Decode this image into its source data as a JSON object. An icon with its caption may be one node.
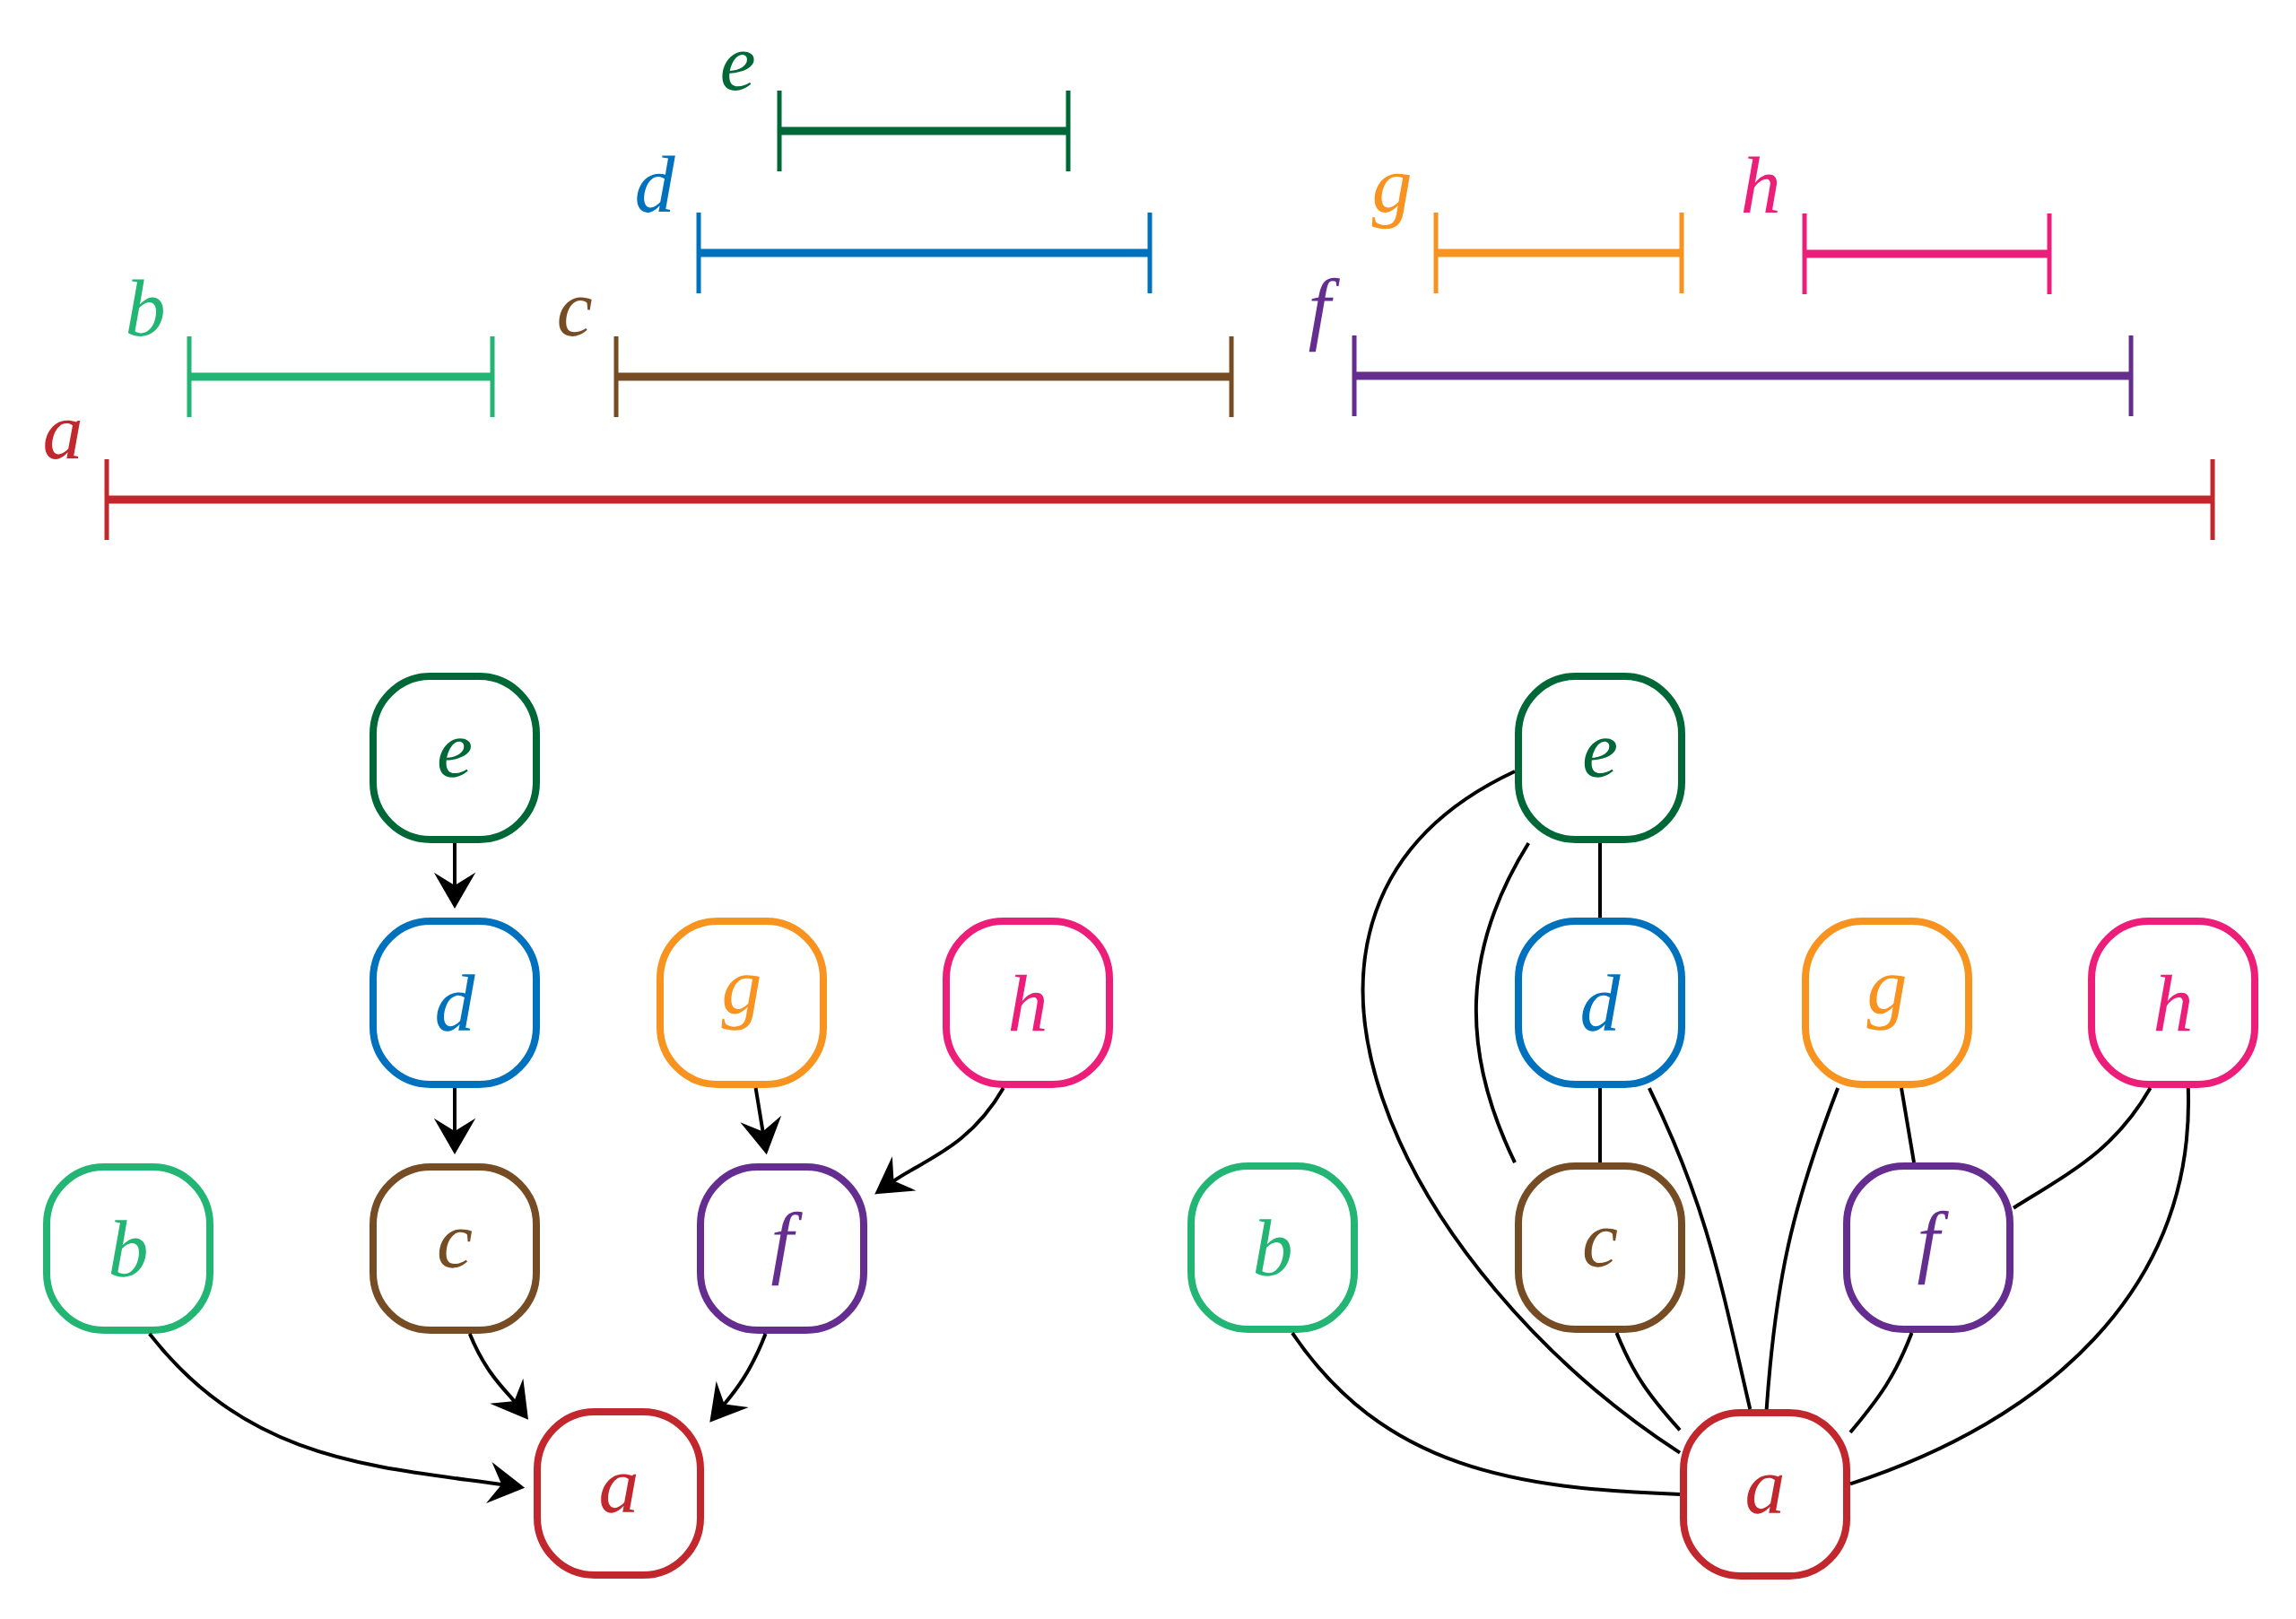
{
  "diagram": {
    "nodes": [
      {
        "text": [
          "e"
        ]
      },
      {
        "text": [
          "d"
        ]
      },
      {
        "text": [
          "g"
        ]
      },
      {
        "text": [
          "h"
        ]
      },
      {
        "text": [
          "b"
        ]
      },
      {
        "text": [
          "c"
        ]
      },
      {
        "text": [
          "f"
        ]
      },
      {
        "text": [
          "a"
        ]
      },
      {
        "text": [
          "e"
        ]
      },
      {
        "text": [
          "d"
        ]
      },
      {
        "text": [
          "g"
        ]
      },
      {
        "text": [
          "h"
        ]
      },
      {
        "text": [
          "b"
        ]
      },
      {
        "text": [
          "c"
        ]
      },
      {
        "text": [
          "f"
        ]
      },
      {
        "text": [
          "a"
        ]
      },
      {
        "text": [
          "e"
        ]
      },
      {
        "text": [
          "d"
        ]
      },
      {
        "text": [
          "g"
        ]
      },
      {
        "text": [
          "h"
        ]
      },
      {
        "text": [
          "b"
        ]
      },
      {
        "text": [
          "c"
        ]
      },
      {
        "text": [
          "f"
        ]
      },
      {
        "text": [
          "a"
        ]
      }
    ],
    "edges": [
      {
        "from": 8,
        "to": 9,
        "arrow": "to"
      },
      {
        "from": 9,
        "to": 13,
        "arrow": "to"
      },
      {
        "from": 10,
        "to": 14,
        "arrow": "to"
      },
      {
        "from": 11,
        "to": 14,
        "arrow": "to"
      },
      {
        "from": 12,
        "to": 15,
        "arrow": "to"
      },
      {
        "from": 13,
        "to": 15,
        "arrow": "to"
      },
      {
        "from": 14,
        "to": 15,
        "arrow": "to"
      },
      {
        "from": 16,
        "to": 17,
        "arrow": "none"
      },
      {
        "from": 16,
        "to": 21,
        "arrow": "none"
      },
      {
        "from": 16,
        "to": 23,
        "arrow": "none"
      },
      {
        "from": 17,
        "to": 21,
        "arrow": "none"
      },
      {
        "from": 17,
        "to": 23,
        "arrow": "none"
      },
      {
        "from": 18,
        "to": 22,
        "arrow": "none"
      },
      {
        "from": 18,
        "to": 23,
        "arrow": "none"
      },
      {
        "from": 19,
        "to": 22,
        "arrow": "none"
      },
      {
        "from": 19,
        "to": 23,
        "arrow": "none"
      },
      {
        "from": 20,
        "to": 23,
        "arrow": "none"
      },
      {
        "from": 21,
        "to": 23,
        "arrow": "none"
      },
      {
        "from": 22,
        "to": 23,
        "arrow": "none"
      }
    ]
  }
}
